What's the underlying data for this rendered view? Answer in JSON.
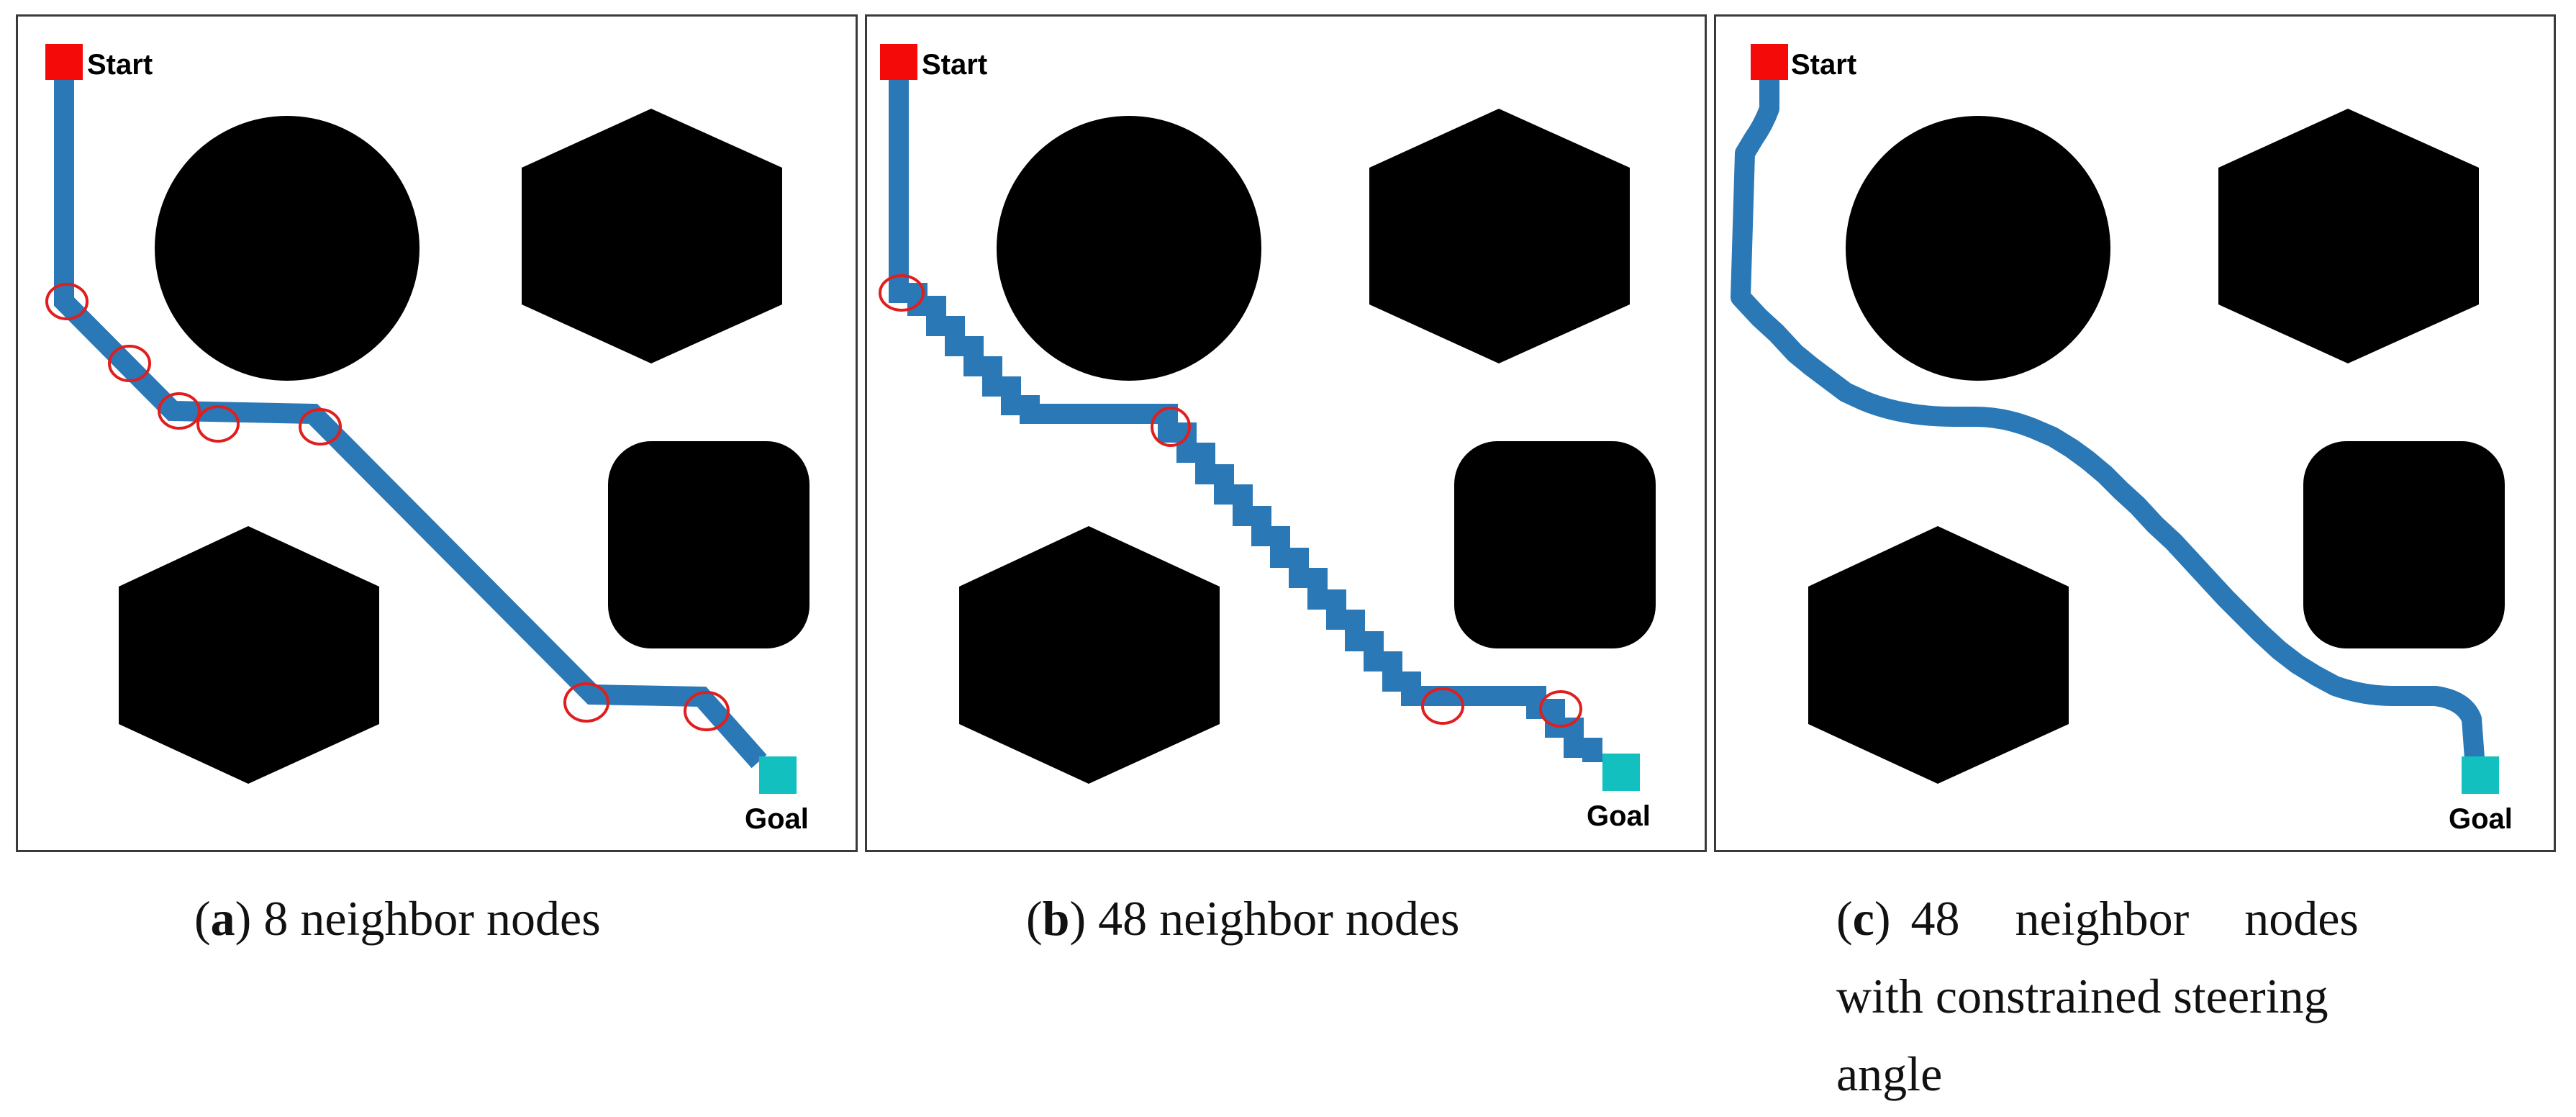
{
  "colors": {
    "path": "#2b78b6",
    "obstacle": "#000000",
    "start": "#f50a0a",
    "goal": "#12c0c0",
    "highlight": "#e01e1e",
    "border": "#3a3a3a"
  },
  "markers": {
    "start_label": "Start",
    "goal_label": "Goal"
  },
  "panels": [
    {
      "id": "a",
      "caption_letter": "a",
      "caption_text": " 8 neighbor nodes",
      "path_style": "straight-diagonal",
      "highlight_circles": 7
    },
    {
      "id": "b",
      "caption_letter": "b",
      "caption_text": " 48 neighbor nodes",
      "path_style": "stepped",
      "highlight_circles": 4
    },
    {
      "id": "c",
      "caption_letter": "c",
      "caption_line1": " 48 neighbor nodes",
      "caption_line2": "with constrained steering",
      "caption_line3": "angle",
      "path_style": "smooth",
      "highlight_circles": 0
    }
  ]
}
